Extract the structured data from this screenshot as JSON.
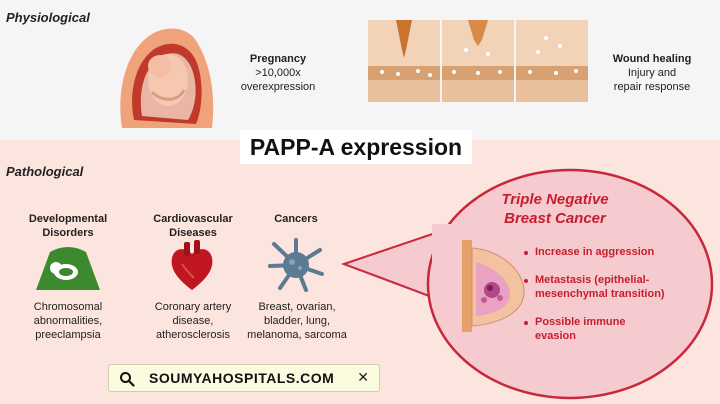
{
  "sections": {
    "physiological": "Physiological",
    "pathological": "Pathological"
  },
  "title": "PAPP-A expression",
  "physiological": {
    "pregnancy": {
      "title": "Pregnancy",
      "line1": ">10,000x",
      "line2": "overexpression"
    },
    "wound": {
      "title": "Wound healing",
      "line1": "Injury and",
      "line2": "repair response"
    }
  },
  "pathological": {
    "developmental": {
      "title1": "Developmental",
      "title2": "Disorders",
      "desc1": "Chromosomal",
      "desc2": "abnormalities,",
      "desc3": "preeclampsia"
    },
    "cardio": {
      "title1": "Cardiovascular",
      "title2": "Diseases",
      "desc1": "Coronary artery",
      "desc2": "disease,",
      "desc3": "atherosclerosis"
    },
    "cancers": {
      "title1": "Cancers",
      "desc1": "Breast, ovarian,",
      "desc2": "bladder, lung,",
      "desc3": "melanoma, sarcoma"
    }
  },
  "tnbc": {
    "title1": "Triple Negative",
    "title2": "Breast Cancer",
    "bullets": [
      {
        "line1": "Increase in aggression"
      },
      {
        "line1": "Metastasis (epithelial-",
        "line2": "mesenchymal transition)"
      },
      {
        "line1": "Possible immune",
        "line2": "evasion"
      }
    ]
  },
  "search": {
    "text": "SOUMYAHOSPITALS.COM"
  },
  "colors": {
    "accent_red": "#c61e2e",
    "ultrasound_green": "#3d8a2e",
    "cell_blue": "#5b7a94",
    "circle_fill": "#f6cbcf",
    "circle_stroke": "#c8283a"
  }
}
